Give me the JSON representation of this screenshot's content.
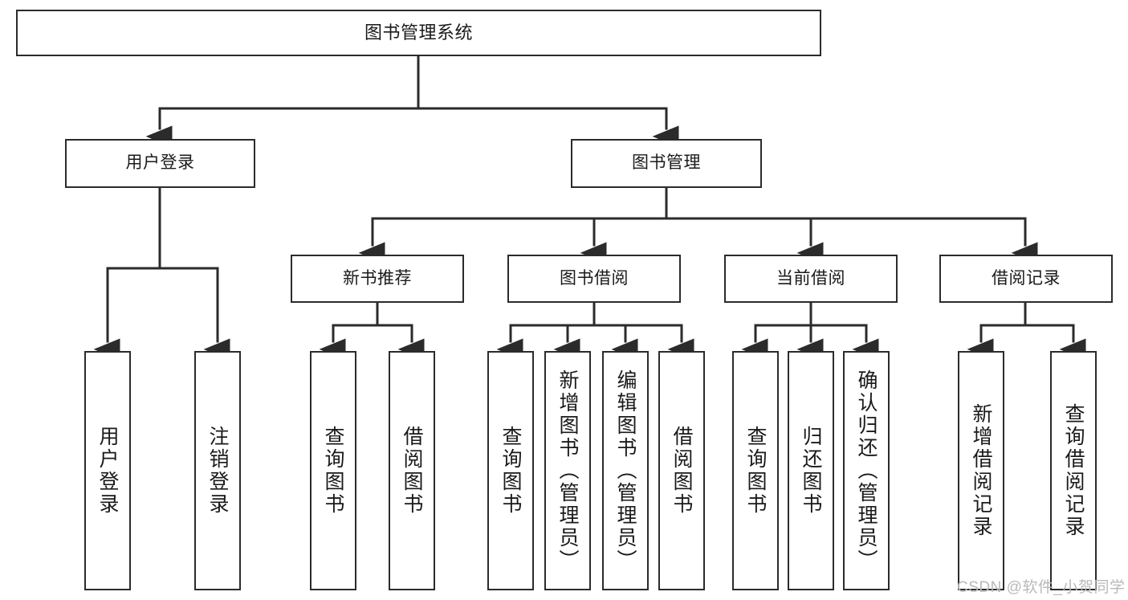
{
  "diagram": {
    "type": "tree-hierarchy",
    "title": "图书管理系统",
    "orientation": "top-down",
    "style": {
      "box_border_color": "#2b2b2b",
      "box_fill_color": "#ffffff",
      "line_color": "#2b2b2b",
      "text_color": "#1a1a1a",
      "background": "#ffffff"
    },
    "root": {
      "label": "图书管理系统"
    },
    "level2": [
      {
        "label": "用户登录"
      },
      {
        "label": "图书管理"
      }
    ],
    "level3": [
      {
        "label": "新书推荐"
      },
      {
        "label": "图书借阅"
      },
      {
        "label": "当前借阅"
      },
      {
        "label": "借阅记录"
      }
    ],
    "leaves": {
      "user_login": [
        {
          "label": "用户登录"
        },
        {
          "label": "注销登录"
        }
      ],
      "new_book_recommend": [
        {
          "label": "查询图书"
        },
        {
          "label": "借阅图书"
        }
      ],
      "book_borrow": [
        {
          "label": "查询图书"
        },
        {
          "label": "新增图书（管理员）"
        },
        {
          "label": "编辑图书（管理员）"
        },
        {
          "label": "借阅图书"
        }
      ],
      "current_borrow": [
        {
          "label": "查询图书"
        },
        {
          "label": "归还图书"
        },
        {
          "label": "确认归还（管理员）"
        }
      ],
      "borrow_record": [
        {
          "label": "新增借阅记录"
        },
        {
          "label": "查询借阅记录"
        }
      ]
    }
  },
  "watermark": {
    "text": "CSDN @软件_小贺同学"
  }
}
